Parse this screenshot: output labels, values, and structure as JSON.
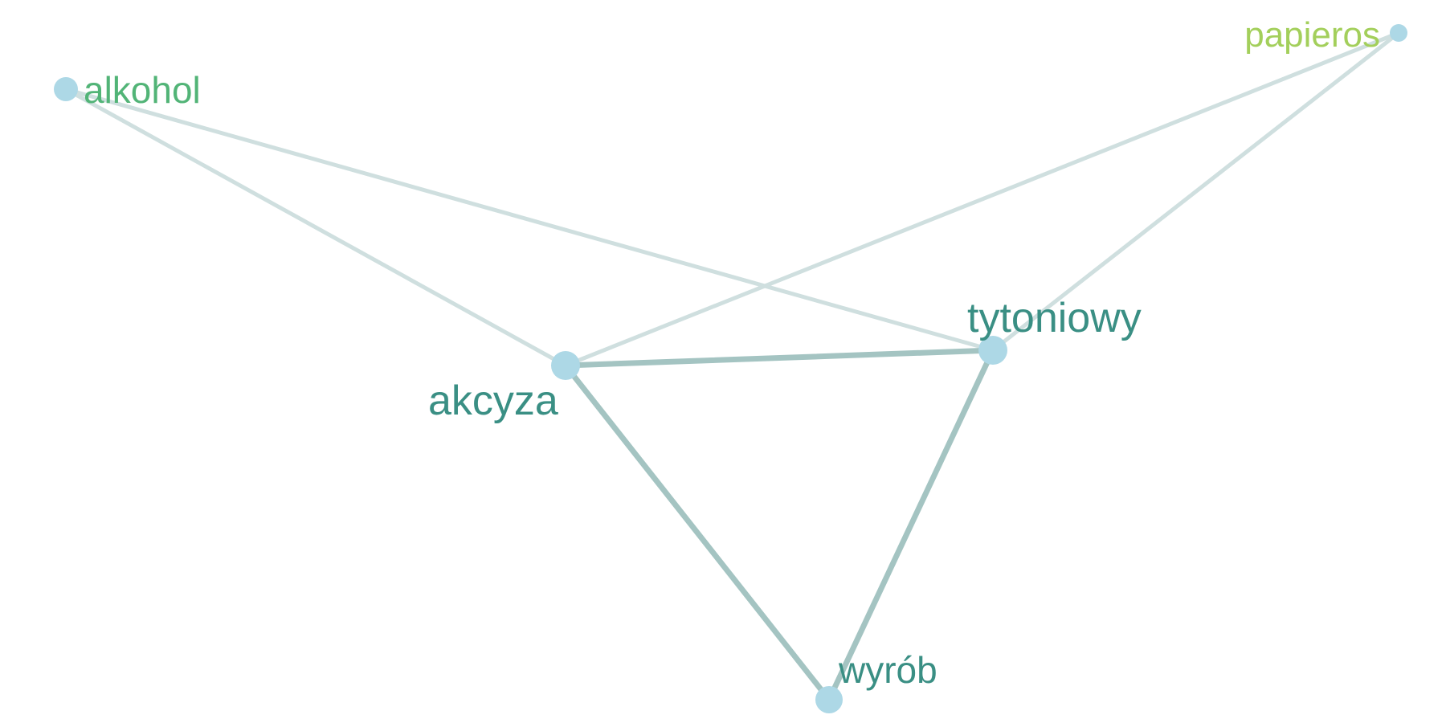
{
  "nodes": [
    {
      "id": "akcyza",
      "label": "akcyza",
      "color": "#3a8f84"
    },
    {
      "id": "tytoniowy",
      "label": "tytoniowy",
      "color": "#3a8f84"
    },
    {
      "id": "wyrob",
      "label": "wyrób",
      "color": "#3a8f84"
    },
    {
      "id": "alkohol",
      "label": "alkohol",
      "color": "#52b477"
    },
    {
      "id": "papieros",
      "label": "papieros",
      "color": "#a3cf5b"
    }
  ],
  "edges": [
    {
      "from": "alkohol",
      "to": "akcyza",
      "strength": "weak"
    },
    {
      "from": "alkohol",
      "to": "tytoniowy",
      "strength": "weak"
    },
    {
      "from": "papieros",
      "to": "akcyza",
      "strength": "weak"
    },
    {
      "from": "papieros",
      "to": "tytoniowy",
      "strength": "weak"
    },
    {
      "from": "akcyza",
      "to": "tytoniowy",
      "strength": "strong"
    },
    {
      "from": "akcyza",
      "to": "wyrob",
      "strength": "strong"
    },
    {
      "from": "tytoniowy",
      "to": "wyrob",
      "strength": "strong"
    }
  ],
  "colors": {
    "node_fill": "#add8e6",
    "edge_weak": "#cfdfdf",
    "edge_strong": "#a4c4c2",
    "background": "#ffffff"
  }
}
